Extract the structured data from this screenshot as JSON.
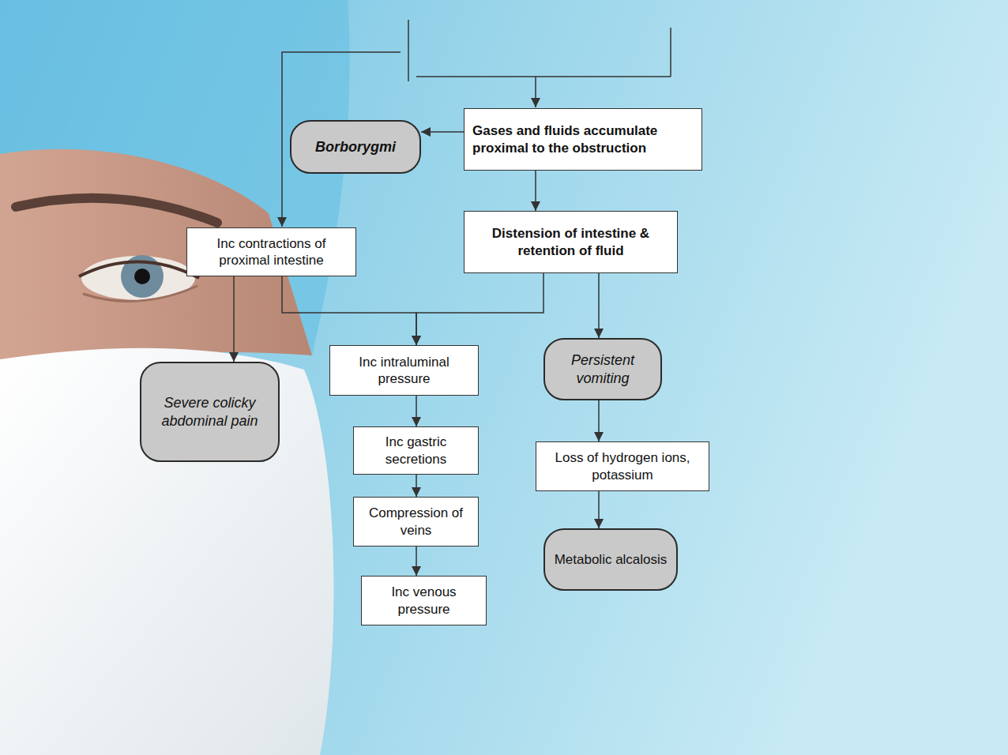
{
  "diagram": {
    "nodes": [
      {
        "text": [
          "Gases and fluids accumulate proximal to the obstruction"
        ]
      },
      {
        "text": [
          "Borborygmi"
        ]
      },
      {
        "text": [
          "Inc contractions of proximal intestine"
        ]
      },
      {
        "text": [
          "Distension of intestine & retention of fluid"
        ]
      },
      {
        "text": [
          "Severe colicky abdominal pain"
        ]
      },
      {
        "text": [
          "Inc intraluminal pressure"
        ]
      },
      {
        "text": [
          "Persistent vomiting"
        ]
      },
      {
        "text": [
          "Inc gastric secretions"
        ]
      },
      {
        "text": [
          "Loss of hydrogen ions, potassium"
        ]
      },
      {
        "text": [
          "Compression of veins"
        ]
      },
      {
        "text": [
          "Metabolic alcalosis"
        ]
      },
      {
        "text": [
          "Inc venous pressure"
        ]
      }
    ],
    "edges": [
      {
        "from": 0,
        "to": 1,
        "arrow": "to"
      },
      {
        "from": 0,
        "to": 3,
        "arrow": "to"
      },
      {
        "from": 2,
        "to": 4,
        "arrow": "to"
      },
      {
        "from": 2,
        "to": 5,
        "arrow": "to"
      },
      {
        "from": 3,
        "to": 5,
        "arrow": "to"
      },
      {
        "from": 3,
        "to": 6,
        "arrow": "to"
      },
      {
        "from": 5,
        "to": 7,
        "arrow": "to"
      },
      {
        "from": 7,
        "to": 9,
        "arrow": "to"
      },
      {
        "from": 9,
        "to": 11,
        "arrow": "to"
      },
      {
        "from": 6,
        "to": 8,
        "arrow": "to"
      },
      {
        "from": 8,
        "to": 10,
        "arrow": "to"
      }
    ]
  }
}
